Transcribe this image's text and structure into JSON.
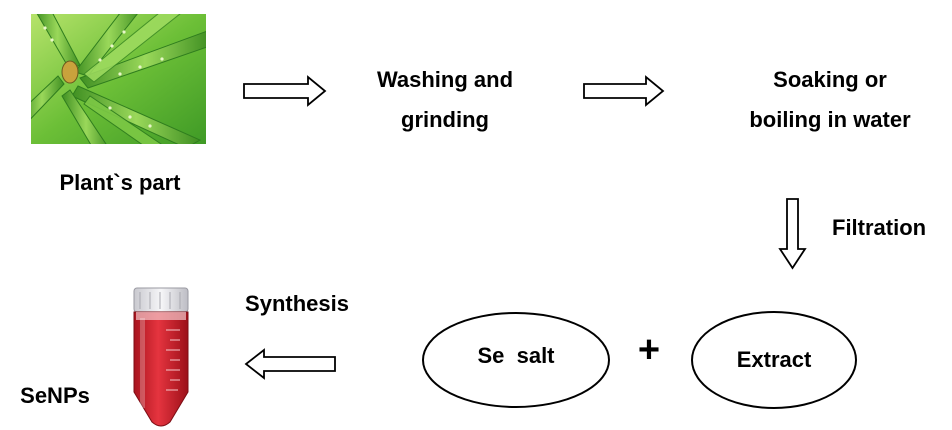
{
  "steps": {
    "plant": "Plant`s part",
    "washing_line1": "Washing and",
    "washing_line2": "grinding",
    "soaking_line1": "Soaking or",
    "soaking_line2": "boiling in water",
    "filtration": "Filtration",
    "extract": "Extract",
    "se_salt": "Se  salt",
    "plus": "+",
    "synthesis": "Synthesis",
    "product": "SeNPs"
  },
  "colors": {
    "leaf_light": "#8fd14f",
    "leaf_dark": "#2f7d1e",
    "solution_red": "#d3222f",
    "tube_cap": "#e8e8ec"
  },
  "icons": [
    "aloe-vera-plant-image",
    "centrifuge-tube-image"
  ]
}
